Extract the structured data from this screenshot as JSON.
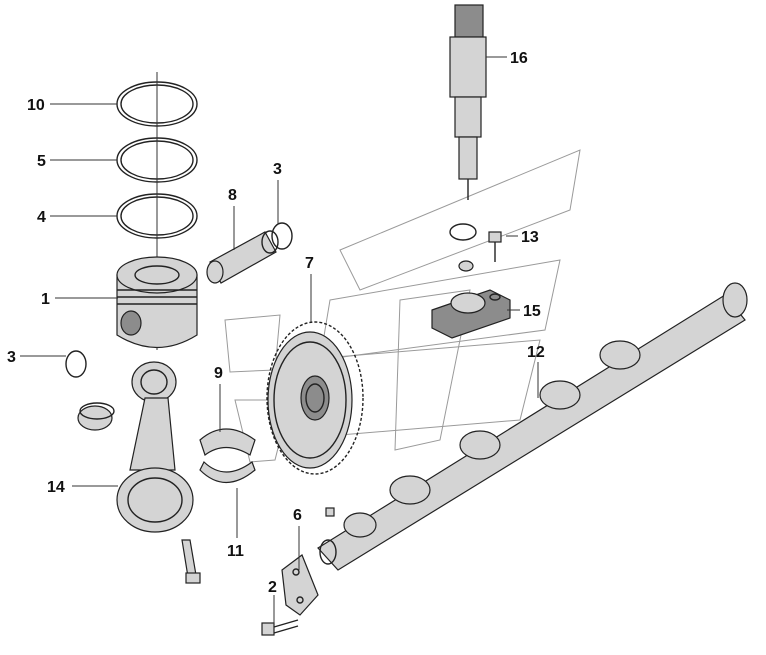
{
  "labels": {
    "piston": "1",
    "bolt_bottom": "2",
    "snap_ring_top": "3",
    "snap_ring_left": "3",
    "ring_4": "4",
    "ring_5": "5",
    "ring_10": "10",
    "cam_plate": "6",
    "cam_gear": "7",
    "piston_pin": "8",
    "bearing_upper": "9",
    "bearing_lower": "11",
    "camshaft": "12",
    "clamp_bolt": "13",
    "connecting_rod": "14",
    "injector_clamp": "15",
    "injector": "16"
  },
  "colors": {
    "line": "#222222",
    "part_fill": "#d4d4d4",
    "watermark": "#9a9a9a"
  }
}
